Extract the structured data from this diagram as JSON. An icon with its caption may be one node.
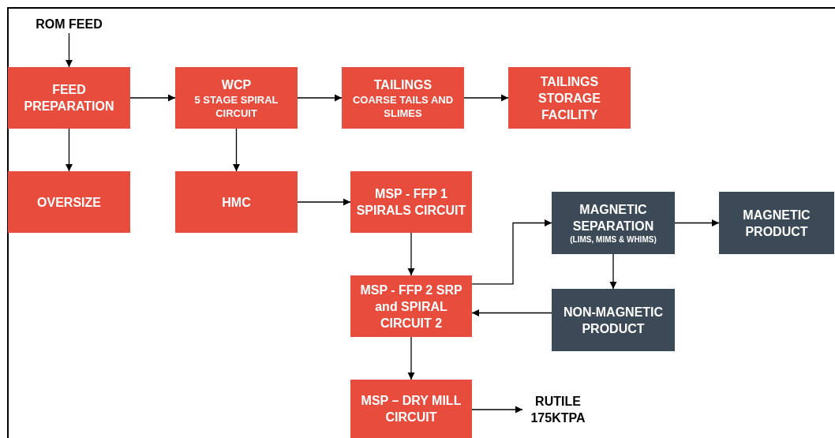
{
  "diagram": {
    "nodes": [
      {
        "text": [
          "ROM FEED"
        ]
      },
      {
        "text": [
          "FEED PREPARATION"
        ]
      },
      {
        "text": [
          "WCP",
          "5 STAGE SPIRAL CIRCUIT"
        ]
      },
      {
        "text": [
          "TAILINGS",
          "COARSE TAILS AND SLIMES"
        ]
      },
      {
        "text": [
          "TAILINGS STORAGE FACILITY"
        ]
      },
      {
        "text": [
          "OVERSIZE"
        ]
      },
      {
        "text": [
          "HMC"
        ]
      },
      {
        "text": [
          "MSP - FFP 1 SPIRALS CIRCUIT"
        ]
      },
      {
        "text": [
          "MAGNETIC SEPARATION",
          "(LIMS, MIMS & WHIMS)"
        ]
      },
      {
        "text": [
          "MAGNETIC PRODUCT"
        ]
      },
      {
        "text": [
          "MSP - FFP 2 SRP and SPIRAL CIRCUIT 2"
        ]
      },
      {
        "text": [
          "NON-MAGNETIC PRODUCT"
        ]
      },
      {
        "text": [
          "MSP – DRY MILL CIRCUIT"
        ]
      },
      {
        "text": [
          "RUTILE 175KTPA"
        ]
      }
    ],
    "edges": [
      {
        "from": 0,
        "to": 1,
        "arrow": "to"
      },
      {
        "from": 1,
        "to": 2,
        "arrow": "to"
      },
      {
        "from": 2,
        "to": 3,
        "arrow": "to"
      },
      {
        "from": 3,
        "to": 4,
        "arrow": "to"
      },
      {
        "from": 1,
        "to": 5,
        "arrow": "to"
      },
      {
        "from": 2,
        "to": 6,
        "arrow": "to"
      },
      {
        "from": 6,
        "to": 7,
        "arrow": "to"
      },
      {
        "from": 7,
        "to": 10,
        "arrow": "to"
      },
      {
        "from": 10,
        "to": 8,
        "arrow": "to"
      },
      {
        "from": 8,
        "to": 9,
        "arrow": "to"
      },
      {
        "from": 8,
        "to": 11,
        "arrow": "to"
      },
      {
        "from": 11,
        "to": 10,
        "arrow": "to"
      },
      {
        "from": 10,
        "to": 12,
        "arrow": "to"
      },
      {
        "from": 12,
        "to": 13,
        "arrow": "to"
      }
    ]
  }
}
